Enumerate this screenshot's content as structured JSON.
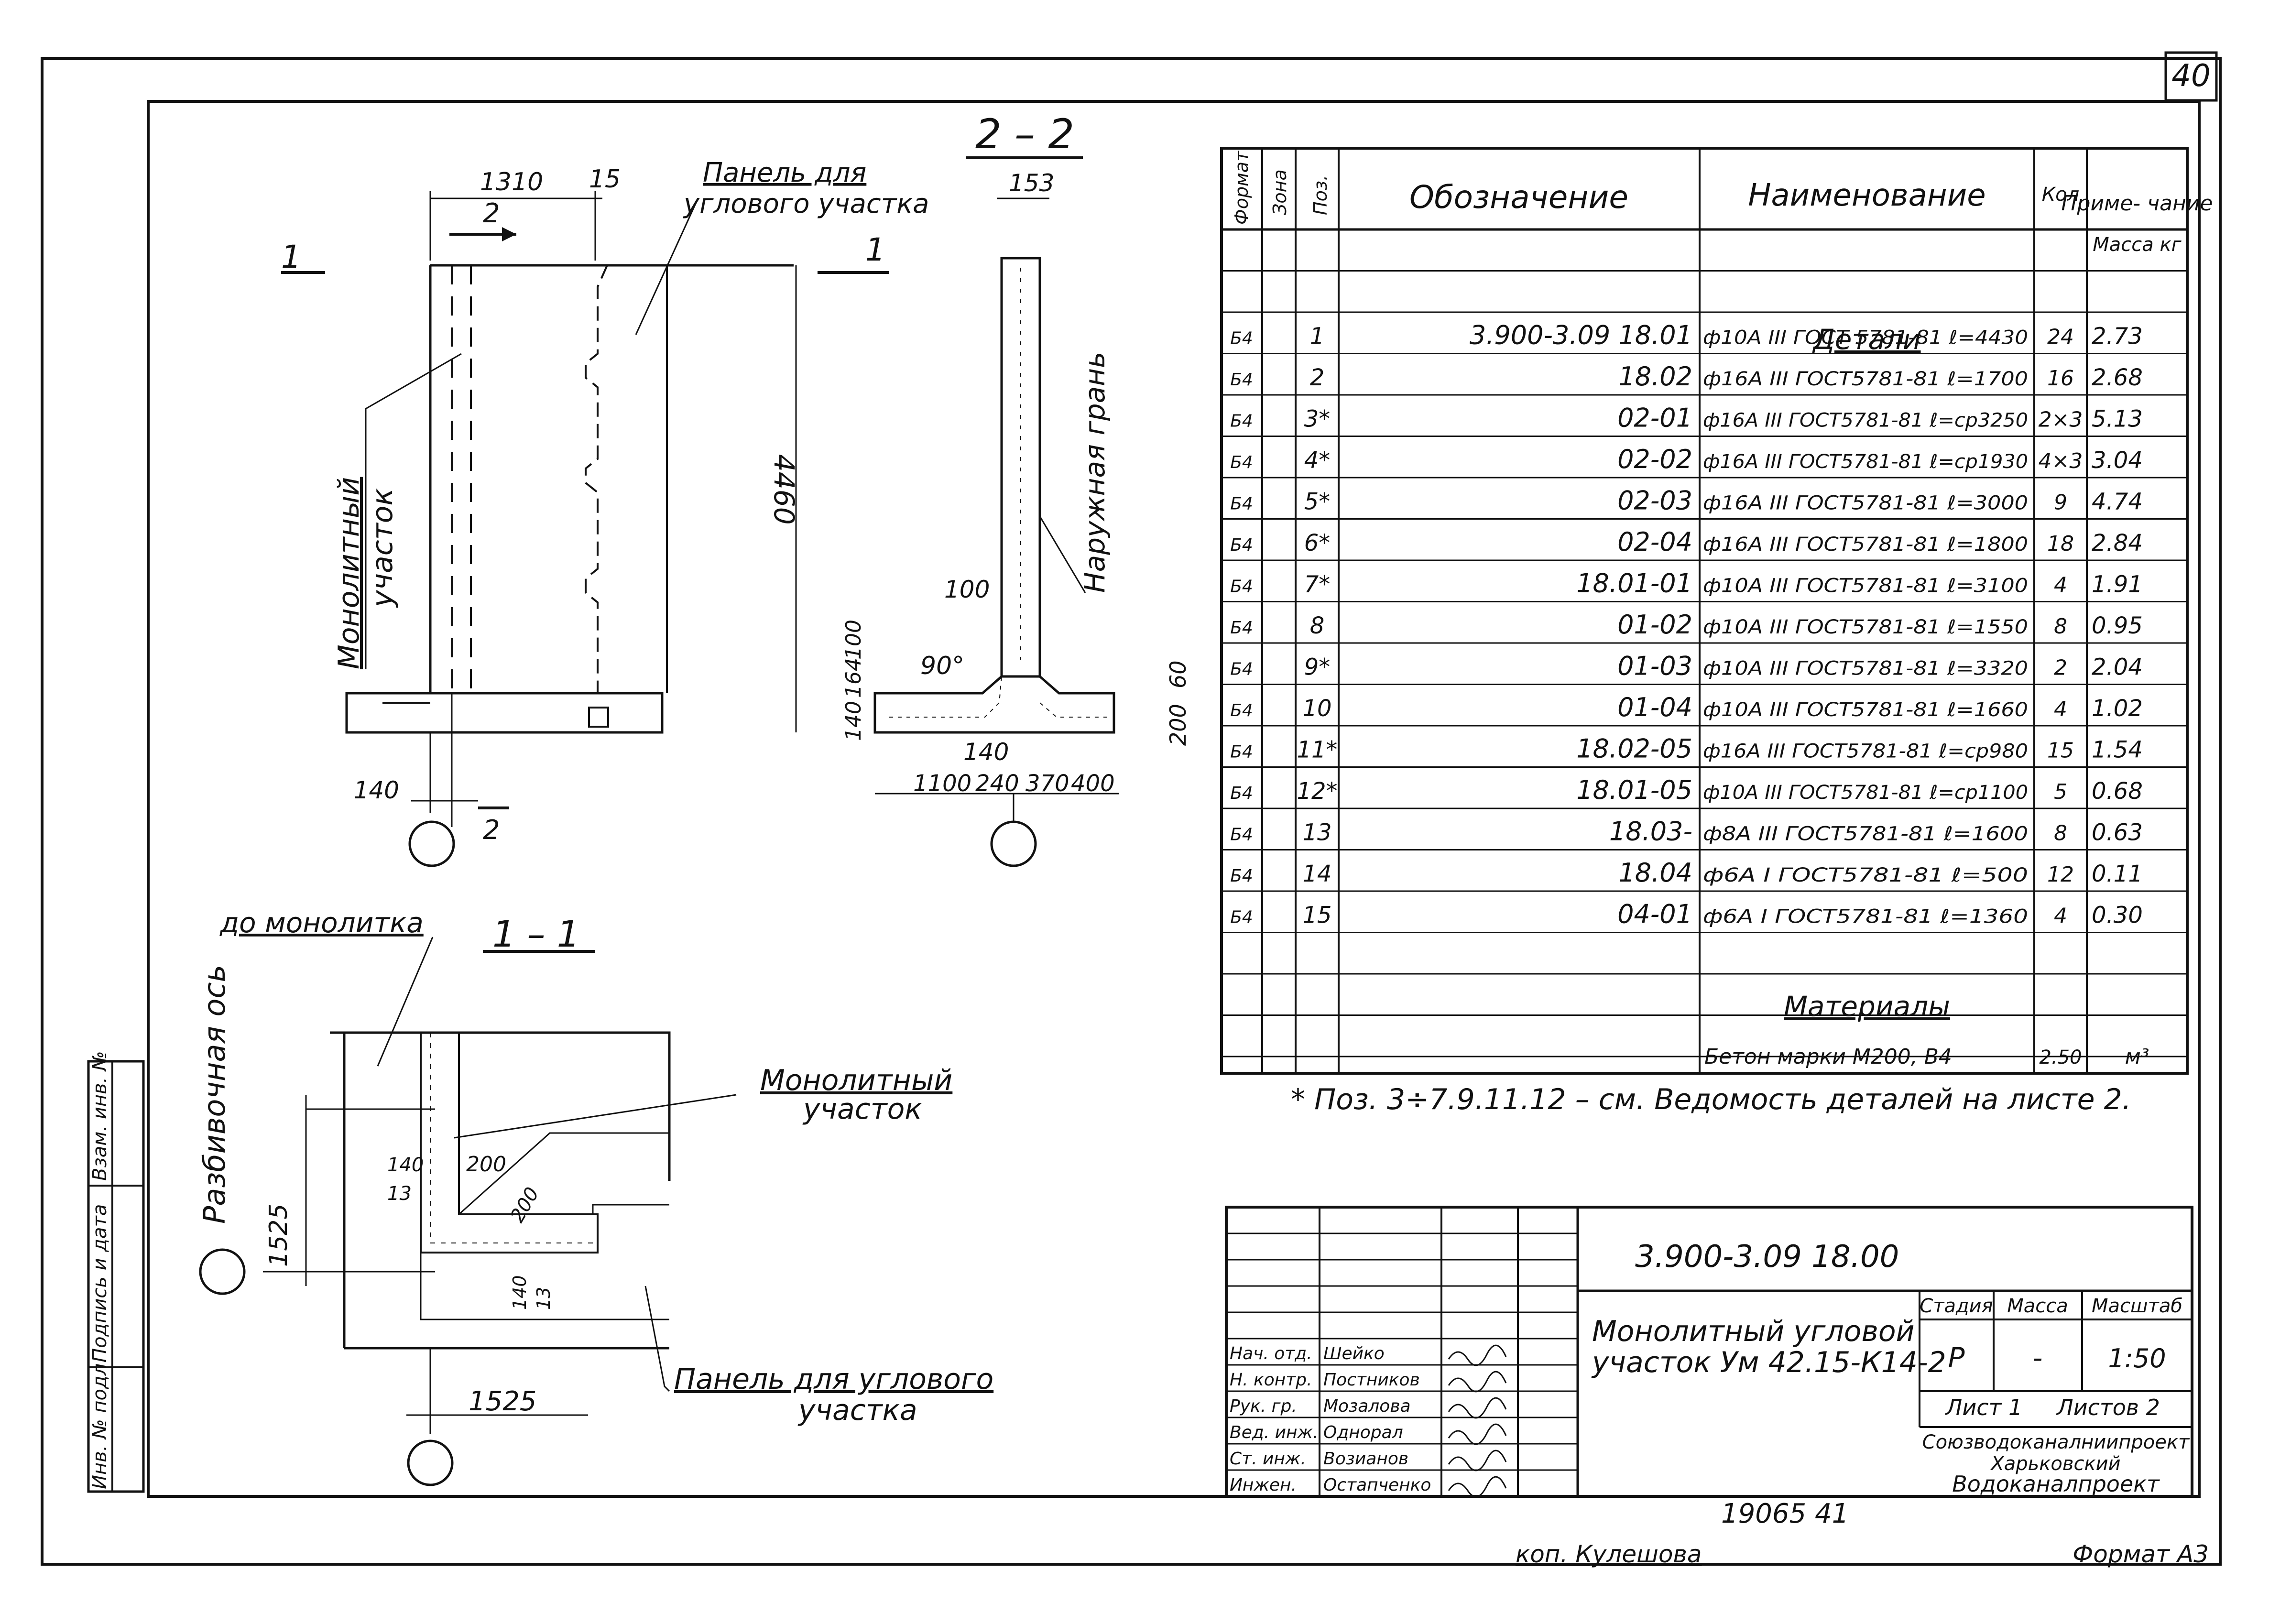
{
  "sheet": {
    "page_number": "40",
    "format": "Формат А3",
    "copied_by": "коп. Кулешова",
    "inventory": "19065   41"
  },
  "drawings": {
    "section_2_2": {
      "title": "2 – 2",
      "panel_label_1": "Панель для",
      "panel_label_2": "углового участка",
      "outer_face": "Наружная грань",
      "dims": {
        "w1310": "1310",
        "w15": "15",
        "h4460": "4460",
        "w140": "140",
        "w153": "153",
        "d100": "100",
        "a90": "90°",
        "d140b": "140",
        "d1100": "1100",
        "d240": "240",
        "d370": "370",
        "d400": "400",
        "v60": "60",
        "v200": "200",
        "v100": "100",
        "v164": "164",
        "v140": "140"
      },
      "cut_marks": [
        "1",
        "1",
        "2",
        "2"
      ],
      "monolith_label_1": "Монолитный",
      "monolith_label_2": "участок"
    },
    "section_1_1": {
      "title": "1 – 1",
      "do_monolith": "до монолитка",
      "axis_label": "Разбивочная ось",
      "monolith_1": "Монолитный",
      "monolith_2": "участок",
      "panel_1": "Панель для углового",
      "panel_2": "участка",
      "dims": {
        "d1525v": "1525",
        "d1525h": "1525",
        "d140": "140",
        "d13": "13",
        "d200a": "200",
        "d200b": "200",
        "d140b": "140",
        "d13b": "13"
      }
    }
  },
  "spec_table": {
    "headers": {
      "format": "Формат",
      "zone": "Зона",
      "pos": "Поз.",
      "designation": "Обозначение",
      "name": "Наименование",
      "qty": "Кол",
      "note": "Приме-\nчание"
    },
    "mass_header": "Масса кг",
    "section_details": "Детали",
    "section_materials": "Материалы",
    "rows": [
      {
        "fmt": "Б4",
        "pos": "1",
        "designation": "3.900-3.09 18.01",
        "name": "ф10А III ГОСТ 5781-81 ℓ=4430",
        "qty": "24",
        "mass": "2.73"
      },
      {
        "fmt": "Б4",
        "pos": "2",
        "designation": "18.02",
        "name": "ф16А III ГОСТ5781-81 ℓ=1700",
        "qty": "16",
        "mass": "2.68"
      },
      {
        "fmt": "Б4",
        "pos": "3*",
        "designation": "02-01",
        "name": "ф16А III ГОСТ5781-81 ℓ=ср3250",
        "qty": "2×3",
        "mass": "5.13"
      },
      {
        "fmt": "Б4",
        "pos": "4*",
        "designation": "02-02",
        "name": "ф16А III ГОСТ5781-81 ℓ=ср1930",
        "qty": "4×3",
        "mass": "3.04"
      },
      {
        "fmt": "Б4",
        "pos": "5*",
        "designation": "02-03",
        "name": "ф16А III ГОСТ5781-81 ℓ=3000",
        "qty": "9",
        "mass": "4.74"
      },
      {
        "fmt": "Б4",
        "pos": "6*",
        "designation": "02-04",
        "name": "ф16А III ГОСТ5781-81 ℓ=1800",
        "qty": "18",
        "mass": "2.84"
      },
      {
        "fmt": "Б4",
        "pos": "7*",
        "designation": "18.01-01",
        "name": "ф10А III ГОСТ5781-81 ℓ=3100",
        "qty": "4",
        "mass": "1.91"
      },
      {
        "fmt": "Б4",
        "pos": "8",
        "designation": "01-02",
        "name": "ф10А III ГОСТ5781-81 ℓ=1550",
        "qty": "8",
        "mass": "0.95"
      },
      {
        "fmt": "Б4",
        "pos": "9*",
        "designation": "01-03",
        "name": "ф10А III ГОСТ5781-81 ℓ=3320",
        "qty": "2",
        "mass": "2.04"
      },
      {
        "fmt": "Б4",
        "pos": "10",
        "designation": "01-04",
        "name": "ф10А III ГОСТ5781-81 ℓ=1660",
        "qty": "4",
        "mass": "1.02"
      },
      {
        "fmt": "Б4",
        "pos": "11*",
        "designation": "18.02-05",
        "name": "ф16А III ГОСТ5781-81 ℓ=ср980",
        "qty": "15",
        "mass": "1.54"
      },
      {
        "fmt": "Б4",
        "pos": "12*",
        "designation": "18.01-05",
        "name": "ф10А III ГОСТ5781-81 ℓ=ср1100",
        "qty": "5",
        "mass": "0.68"
      },
      {
        "fmt": "Б4",
        "pos": "13",
        "designation": "18.03-",
        "name": "ф8А III ГОСТ5781-81 ℓ=1600",
        "qty": "8",
        "mass": "0.63"
      },
      {
        "fmt": "Б4",
        "pos": "14",
        "designation": "18.04",
        "name": "ф6А I ГОСТ5781-81 ℓ=500",
        "qty": "12",
        "mass": "0.11"
      },
      {
        "fmt": "Б4",
        "pos": "15",
        "designation": "04-01",
        "name": "ф6А I ГОСТ5781-81 ℓ=1360",
        "qty": "4",
        "mass": "0.30"
      }
    ],
    "material": {
      "name": "Бетон марки М200, В4",
      "qty": "2.50",
      "unit": "м³"
    },
    "footnote": "* Поз. 3÷7.9.11.12 – см. Ведомость деталей на листе 2."
  },
  "title_block": {
    "doc_code": "3.900-3.09  18.00",
    "title_1": "Монолитный угловой",
    "title_2": "участок Ум 42.15-К14-2",
    "stage_label": "Стадия",
    "mass_label": "Масса",
    "scale_label": "Масштаб",
    "stage": "Р",
    "mass": "-",
    "scale": "1:50",
    "sheet": "Лист 1",
    "sheets": "Листов 2",
    "org_1": "Союзводоканалниипроект",
    "org_2": "Харьковский",
    "org_3": "Водоканалпроект",
    "people": [
      {
        "role": "Нач. отд.",
        "name": "Шейко"
      },
      {
        "role": "Н. контр.",
        "name": "Постников"
      },
      {
        "role": "Рук. гр.",
        "name": "Мозалова"
      },
      {
        "role": "Вед. инж.",
        "name": "Однорал"
      },
      {
        "role": "Ст. инж.",
        "name": "Возианов"
      },
      {
        "role": "Инжен.",
        "name": "Остапченко"
      }
    ]
  },
  "side_stamp": [
    "Инв. № подл.",
    "Подпись и дата",
    "Взам. инв. №"
  ]
}
